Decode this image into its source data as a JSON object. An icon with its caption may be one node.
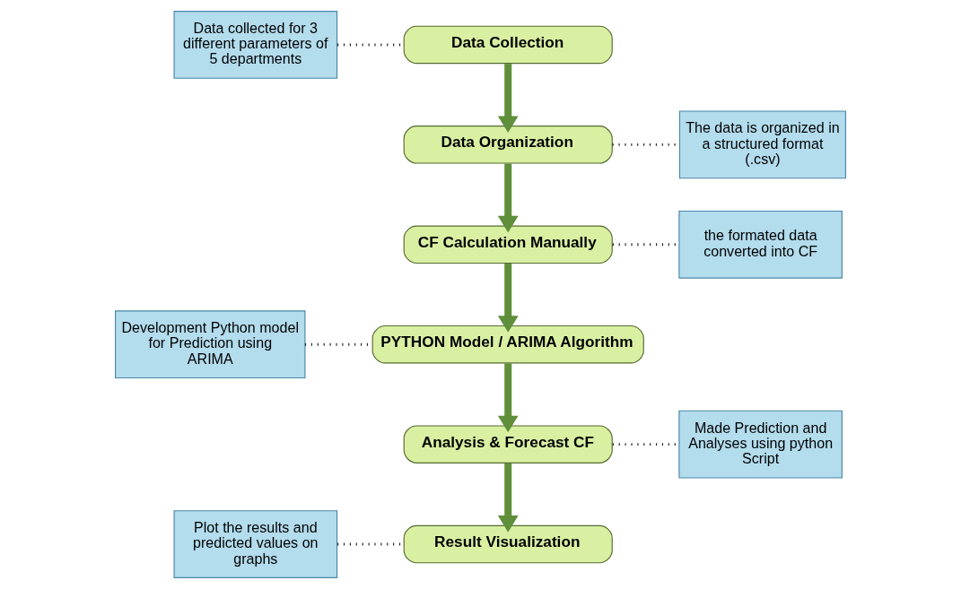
{
  "diagram": {
    "nodes": [
      {
        "text": [
          "Data collected for 3 different parameters of 5 departments"
        ]
      },
      {
        "text": [
          "Data Collection"
        ]
      },
      {
        "text": [
          "The data is organized in a structured format (.csv)"
        ]
      },
      {
        "text": [
          "Data Organization"
        ]
      },
      {
        "text": [
          "the formated data converted into CF"
        ]
      },
      {
        "text": [
          "Development Python model for Prediction using ARIMA"
        ]
      },
      {
        "text": [
          "CF Calculation Manually"
        ]
      },
      {
        "text": [
          "PYTHON Model / ARIMA Algorithm"
        ]
      },
      {
        "text": [
          "Made Prediction and Analyses using python Script"
        ]
      },
      {
        "text": [
          "Plot the results and predicted values on graphs"
        ]
      },
      {
        "text": [
          "Analysis & Forecast CF"
        ]
      },
      {
        "text": [
          "Result Visualization"
        ]
      }
    ],
    "edges": [
      {
        "from": 0,
        "to": 1,
        "arrow": "none",
        "style": "dashed"
      },
      {
        "from": 1,
        "to": 3,
        "arrow": "to",
        "style": "thick",
        "color": "#5f8f3a"
      },
      {
        "from": 3,
        "to": 2,
        "arrow": "none",
        "style": "dashed"
      },
      {
        "from": 3,
        "to": 6,
        "arrow": "to",
        "style": "thick",
        "color": "#5f8f3a"
      },
      {
        "from": 6,
        "to": 4,
        "arrow": "none",
        "style": "dashed"
      },
      {
        "from": 5,
        "to": 7,
        "arrow": "none",
        "style": "dashed"
      },
      {
        "from": 6,
        "to": 7,
        "arrow": "to",
        "style": "thick",
        "color": "#5f8f3a"
      },
      {
        "from": 7,
        "to": 10,
        "arrow": "to",
        "style": "thick",
        "color": "#5f8f3a"
      },
      {
        "from": 10,
        "to": 8,
        "arrow": "none",
        "style": "dashed"
      },
      {
        "from": 9,
        "to": 11,
        "arrow": "none",
        "style": "dashed"
      },
      {
        "from": 10,
        "to": 11,
        "arrow": "to",
        "style": "thick",
        "color": "#5f8f3a"
      }
    ]
  }
}
